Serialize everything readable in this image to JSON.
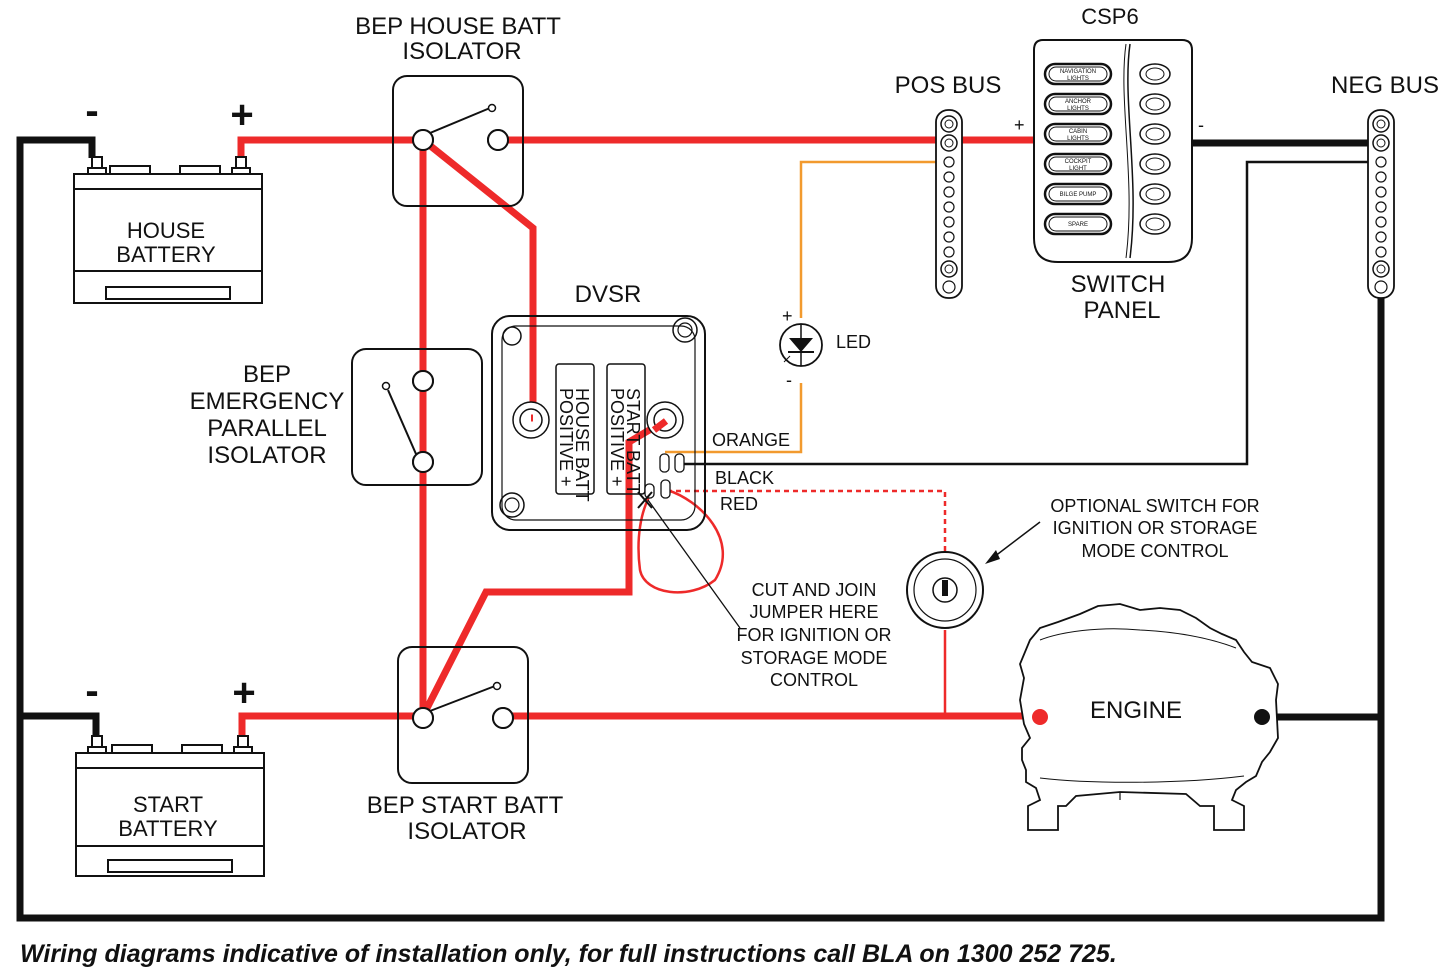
{
  "labels": {
    "house_isolator": [
      "BEP HOUSE BATT",
      "ISOLATOR"
    ],
    "emergency_isolator": [
      "BEP",
      "EMERGENCY",
      "PARALLEL",
      "ISOLATOR"
    ],
    "start_isolator": [
      "BEP START BATT",
      "ISOLATOR"
    ],
    "house_battery": [
      "HOUSE",
      "BATTERY"
    ],
    "start_battery": [
      "START",
      "BATTERY"
    ],
    "dvsr": "DVSR",
    "dvsr_house_terminal": [
      "HOUSE BATT",
      "POSITIVE +"
    ],
    "dvsr_start_terminal": [
      "START BATT",
      "POSITIVE +"
    ],
    "led": "LED",
    "pos_bus": "POS BUS",
    "neg_bus": "NEG BUS",
    "csp6": "CSP6",
    "switch_panel": [
      "SWITCH",
      "PANEL"
    ],
    "wire_orange": "ORANGE",
    "wire_black": "BLACK",
    "wire_red": "RED",
    "optional_switch": [
      "OPTIONAL SWITCH FOR",
      "IGNITION OR STORAGE",
      "MODE CONTROL"
    ],
    "jumper_note": [
      "CUT AND JOIN",
      "JUMPER HERE",
      "FOR IGNITION OR",
      "STORAGE MODE",
      "CONTROL"
    ],
    "engine": "ENGINE",
    "plus": "+",
    "minus": "-",
    "footer": "Wiring diagrams indicative of installation only, for full instructions call BLA on 1300 252 725."
  },
  "switch_panel": {
    "switches": [
      [
        "NAVIGATION",
        "LIGHTS"
      ],
      [
        "ANCHOR",
        "LIGHTS"
      ],
      [
        "CABIN",
        "LIGHTS"
      ],
      [
        "COCKPIT",
        "LIGHT"
      ],
      [
        "BILGE PUMP"
      ],
      [
        "SPARE"
      ]
    ]
  },
  "colors": {
    "positive_wire": "#ee2a2a",
    "negative_wire": "#111111",
    "led_wire": "#f29a2e"
  }
}
